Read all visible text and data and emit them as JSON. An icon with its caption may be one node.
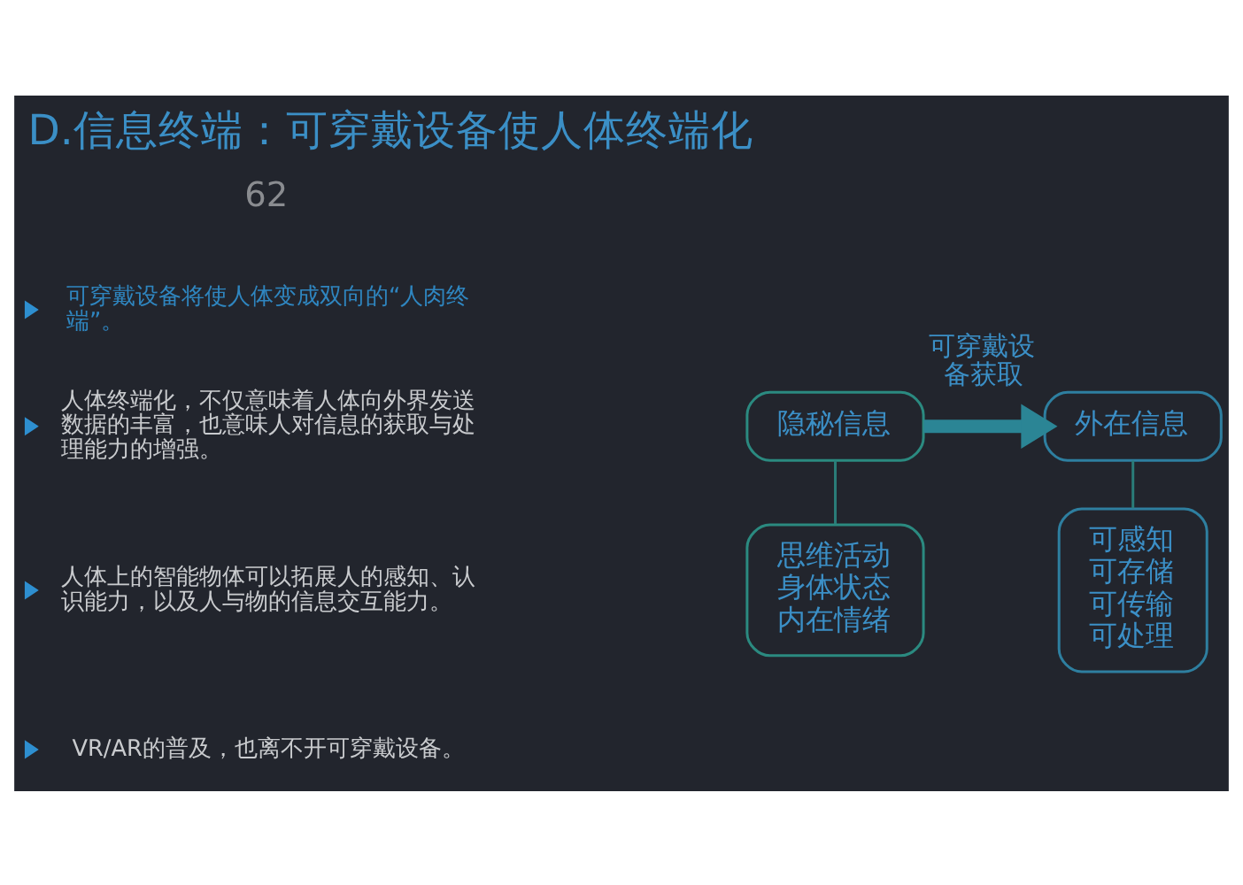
{
  "diagram": {
    "title": "D.信息终端：可穿戴设备使人体终端化",
    "nodes": [
      {
        "text": [
          "隐秘信息"
        ]
      },
      {
        "text": [
          "思维活动",
          "身体状态",
          "内在情绪"
        ]
      },
      {
        "text": [
          "外在信息"
        ]
      },
      {
        "text": [
          "可感知",
          "可存储",
          "可传输",
          "可处理"
        ]
      }
    ],
    "edges": [
      {
        "from": 0,
        "to": 2,
        "arrow": "to",
        "label": "可穿戴设备获取",
        "style": "thick",
        "color": "#2b8595"
      },
      {
        "from": 0,
        "to": 1,
        "arrow": "none"
      },
      {
        "from": 2,
        "to": 3,
        "arrow": "none"
      }
    ],
    "labels": [
      "62",
      "可穿戴设备将使人体变成双向的“人肉终端”。",
      "人体终端化，不仅意味着人体向外界发送数据的丰富，也意味人对信息的获取与处理能力的增强。",
      "人体上的智能物体可以拓展人的感知、认识能力，以及人与物的信息交互能力。",
      "VR/AR的普及，也离不开可穿戴设备。"
    ]
  }
}
